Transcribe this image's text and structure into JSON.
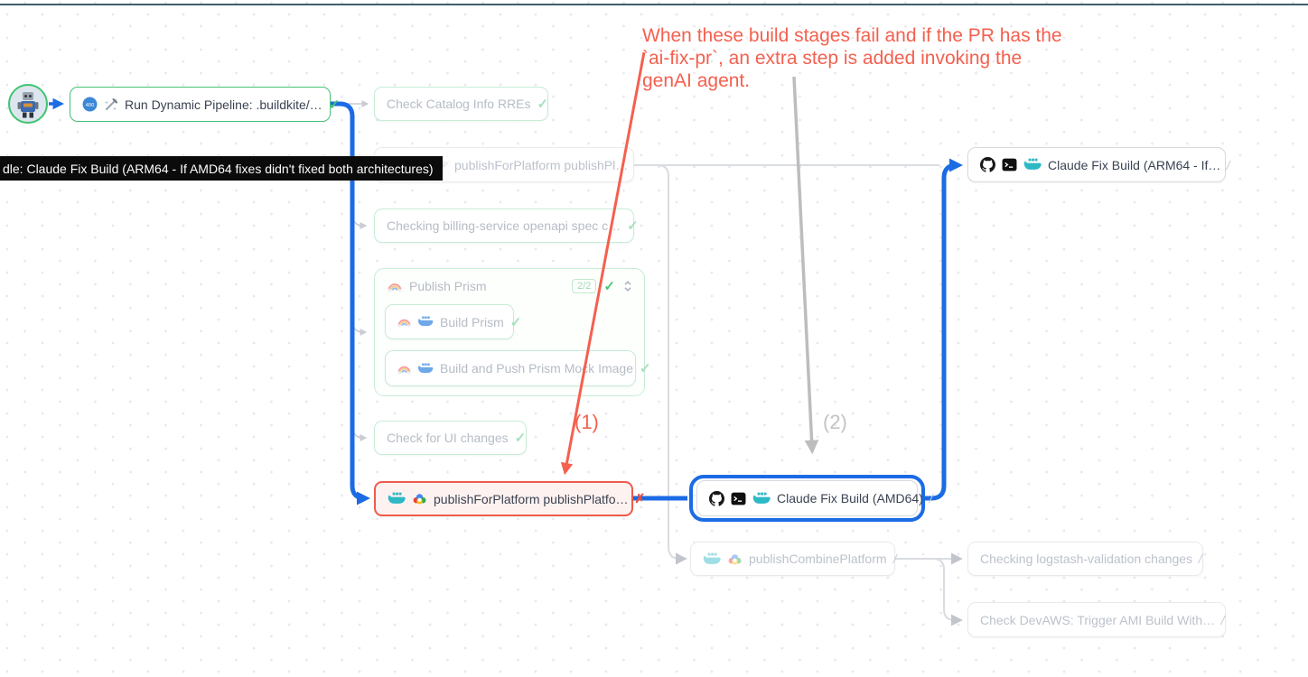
{
  "annotation": {
    "line1": "When these build stages fail and if the PR has the",
    "line2": "`ai-fix-pr`, an extra step is added invoking the",
    "line3": "genAI agent.",
    "label1": "(1)",
    "label2": "(2)"
  },
  "tooltip": {
    "text": "dle: Claude Fix Build (ARM64 - If AMD64 fixes didn't fixed both architectures)"
  },
  "nodes": {
    "run_dynamic": {
      "label": "Run Dynamic Pipeline: .buildkite/…"
    },
    "check_catalog": {
      "label": "Check Catalog Info RREs"
    },
    "publish_top": {
      "label": "publishForPlatform publishPl…"
    },
    "billing": {
      "label": "Checking billing-service openapi spec c…"
    },
    "prism_group": {
      "label": "Publish Prism",
      "badge": "2/2"
    },
    "build_prism": {
      "label": "Build Prism"
    },
    "build_push_prism": {
      "label": "Build and Push Prism Mock Image"
    },
    "ui_changes": {
      "label": "Check for UI changes"
    },
    "publish_failed": {
      "label": "publishForPlatform publishPlatfo…"
    },
    "claude_amd64": {
      "label": "Claude Fix Build (AMD64)"
    },
    "claude_arm64": {
      "label": "Claude Fix Build (ARM64 - If…"
    },
    "publish_combine": {
      "label": "publishCombinePlatform"
    },
    "logstash": {
      "label": "Checking logstash-validation changes"
    },
    "devaws": {
      "label": "Check DevAWS: Trigger AMI Build With…"
    }
  },
  "glyphs": {
    "check": "✓",
    "cross": "✗",
    "slash": "/"
  },
  "icons": [
    "robot-avatar",
    "pipeline-badge-icon",
    "wand-icon",
    "docker-whale-icon",
    "aws-icon",
    "planet-icon",
    "rainbow-icon",
    "gcloud-icon",
    "github-icon",
    "terminal-icon",
    "chevron-updown-icon"
  ],
  "colors": {
    "accent_blue": "#1b6be4",
    "fail_red": "#ee5b4b",
    "pass_green": "#46c377",
    "annotation_red": "#f4604f",
    "edge_gray": "#c9cdd3",
    "top_border": "#3f5d6b"
  }
}
